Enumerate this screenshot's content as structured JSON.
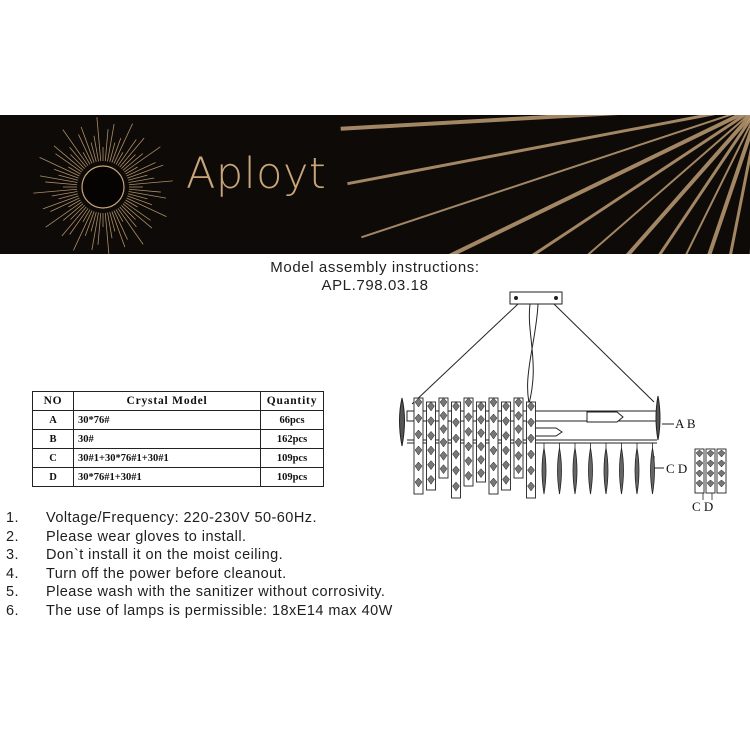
{
  "brand": {
    "name": "Aployt"
  },
  "document": {
    "title": "Model assembly instructions:",
    "model_code": "APL.798.03.18"
  },
  "crystal_table": {
    "headers": [
      "NO",
      "Crystal  Model",
      "Quantity"
    ],
    "rows": [
      {
        "no": "A",
        "model": "30*76#",
        "quantity": "66pcs"
      },
      {
        "no": "B",
        "model": "30#",
        "quantity": "162pcs"
      },
      {
        "no": "C",
        "model": "30#1+30*76#1+30#1",
        "quantity": "109pcs"
      },
      {
        "no": "D",
        "model": "30*76#1+30#1",
        "quantity": "109pcs"
      }
    ]
  },
  "instructions": [
    {
      "num": "1.",
      "text": "Voltage/Frequency: 220-230V 50-60Hz."
    },
    {
      "num": "2.",
      "text": "Please wear gloves to install."
    },
    {
      "num": "3.",
      "text": "Don`t install it on the moist ceiling."
    },
    {
      "num": "4.",
      "text": "Turn off the power before cleanout."
    },
    {
      "num": "5.",
      "text": "Please wash with the sanitizer without corrosivity."
    },
    {
      "num": "6.",
      "text": "The use of lamps is permissible: 18xE14 max 40W"
    }
  ],
  "diagram_labels": {
    "ab": "A B",
    "cd": "C D",
    "cd_detail": "C D"
  },
  "colors": {
    "banner_bg": "#0d0a07",
    "gold": "#c9a57a"
  },
  "icons": {
    "brand_logo": "sunburst-icon",
    "decoration": "light-rays"
  }
}
